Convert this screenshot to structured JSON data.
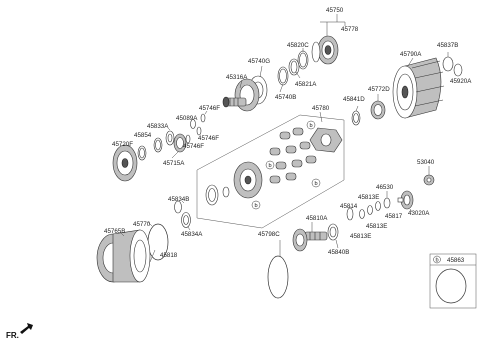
{
  "diagram": {
    "part_numbers": {
      "p45750": "45750",
      "p45778": "45778",
      "p45820C": "45820C",
      "p45837B": "45837B",
      "p45790A": "45790A",
      "p45740G": "45740G",
      "p45920A": "45920A",
      "p45821A": "45821A",
      "p45316A": "45316A",
      "p45740B": "45740B",
      "p45772D": "45772D",
      "p45780": "45780",
      "p45841D": "45841D",
      "p45746F_a": "45746F",
      "p45089A": "45089A",
      "p45746F_b": "45746F",
      "p45833A": "45833A",
      "p45854": "45854",
      "p45746F_c": "45746F",
      "p45720F": "45720F",
      "p45715A": "45715A",
      "p53040": "53040",
      "p46530": "46530",
      "p45813E_a": "45813E",
      "p45834B": "45834B",
      "p45814": "45814",
      "p45817": "45817",
      "p43020A": "43020A",
      "p45813E_b": "45813E",
      "p45810A": "45810A",
      "p45813E_c": "45813E",
      "p45770": "45770",
      "p45834A": "45834A",
      "p45765B": "45765B",
      "p45798C": "45798C",
      "p45840B": "45840B",
      "p45818": "45818",
      "p45863": "45863"
    },
    "callout_letter": "b",
    "direction_label": "FR."
  }
}
